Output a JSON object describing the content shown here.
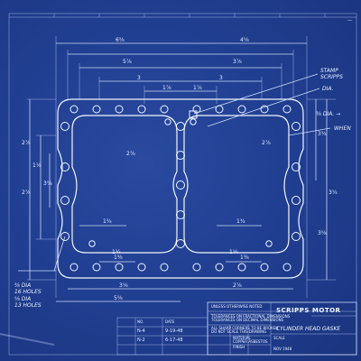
{
  "drawing": {
    "dims_top": [
      "6⅝",
      "4⅝",
      "5⅞",
      "3⅞",
      "3",
      "3",
      "1⅞",
      "1⅞"
    ],
    "dims_bottom": [
      "1¾",
      "1¾",
      "1⅜",
      "1⅜",
      "3⅛",
      "2⅞",
      "5⅝"
    ],
    "dims_side": [
      "2⅞",
      "1⅛",
      "2⅞",
      "3⅝",
      "3¾",
      "3¼",
      "3⅝"
    ],
    "small_dims": [
      "2⅞",
      "2⅞",
      "1¼",
      "1⅛"
    ],
    "notes": {
      "stamp": "STAMP",
      "scripps": "SCRIPPS",
      "dia": "DIA.",
      "dia_short": "⅜ DIA. →",
      "when": "WHEN",
      "left_dia_1": "⅜ DIA",
      "left_holes_1": "16 HOLES",
      "left_dia_2": "⅝ DIA",
      "left_holes_2": "13 HOLES",
      "sheet_ref": "—"
    }
  },
  "title_block": {
    "company": "SCRIPPS MOTOR",
    "drawing_title": "CYLINDER HEAD GASKE",
    "material_label": "MATERIAL",
    "material": "COPPER ASBESTOS",
    "finish_label": "FINISH",
    "col_no": "NO.",
    "col_date": "DATE",
    "no_rows": [
      "N-4",
      "N-2"
    ],
    "date_rows": [
      "9-19-48",
      "6-17-48"
    ],
    "scale_label": "SCALE",
    "drawing_no": "NOV 1948",
    "notes_heading": "UNLESS OTHERWISE NOTED",
    "notes_lines": [
      "TOLERANCES ON FRACTIONAL DIMENSIONS",
      "TOLERANCES ON DECIMAL DIMENSIONS",
      "ALL SHARP CORNERS TO BE BROKEN",
      "DO NOT SCALE THIS DRAWING"
    ]
  }
}
